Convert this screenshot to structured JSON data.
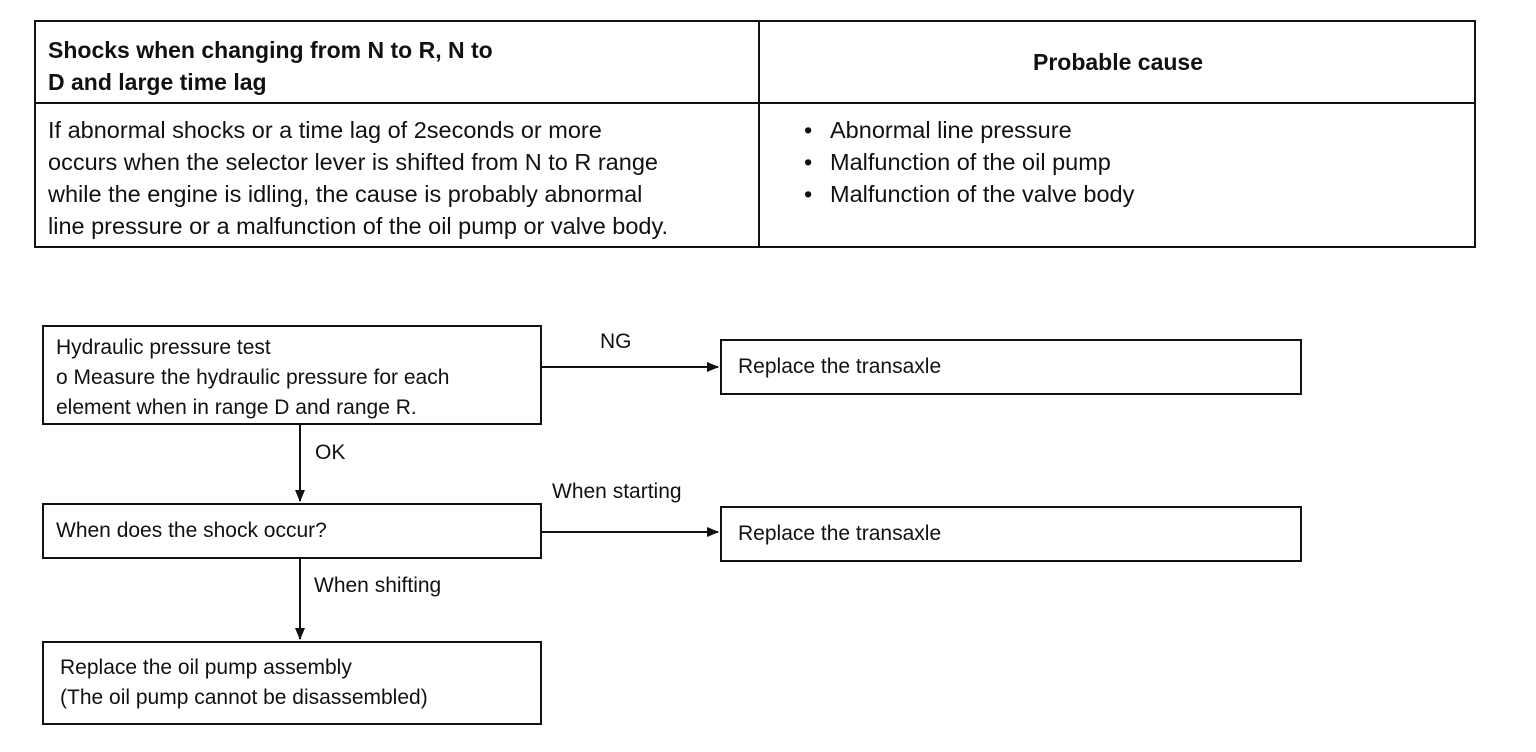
{
  "table": {
    "symptom_title_lines": [
      "Shocks when changing from N to R, N to",
      "D and large time lag"
    ],
    "cause_title": "Probable cause",
    "description_lines": [
      "If abnormal shocks or a time lag of 2seconds or more",
      "occurs when the selector lever is shifted from N to R range",
      "while the engine is idling, the cause is probably abnormal",
      "line pressure or a malfunction of the oil pump or valve body."
    ],
    "causes": [
      "Abnormal line pressure",
      "Malfunction of the oil pump",
      "Malfunction of the valve body"
    ]
  },
  "flow": {
    "test_box": {
      "lines": [
        "Hydraulic pressure test",
        "o Measure the hydraulic pressure for each",
        "element when in range D and range R."
      ]
    },
    "ng_label": "NG",
    "ng_result": "Replace the transaxle",
    "ok_label": "OK",
    "question": "When does the shock occur?",
    "starting_label": "When starting",
    "starting_result": "Replace the transaxle",
    "shifting_label": "When shifting",
    "final_box": {
      "lines": [
        "Replace the oil pump assembly",
        "(The oil pump cannot be disassembled)"
      ]
    }
  }
}
